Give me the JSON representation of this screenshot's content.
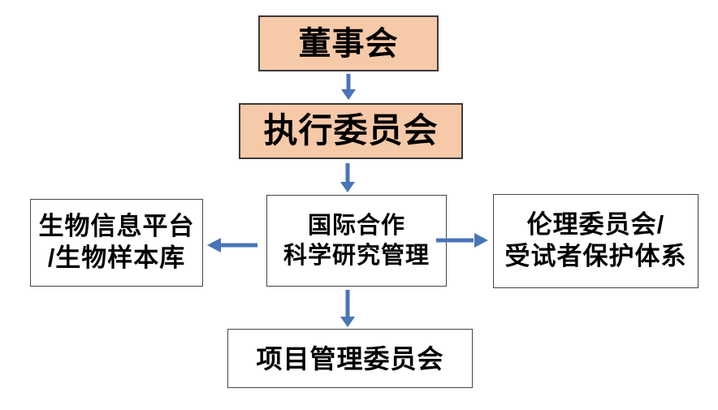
{
  "diagram": {
    "title": "organization-structure-flowchart",
    "nodes": {
      "board": {
        "label": "董事会",
        "style": "highlight"
      },
      "exec": {
        "label": "执行委员会",
        "style": "highlight"
      },
      "center": {
        "label": "国际合作\n科学研究管理",
        "style": "plain"
      },
      "left": {
        "label": "生物信息平台\n/生物样本库",
        "style": "plain"
      },
      "right": {
        "label": "伦理委员会/\n受试者保护体系",
        "style": "plain"
      },
      "bottom": {
        "label": "项目管理委员会",
        "style": "plain"
      }
    },
    "edges": [
      {
        "from": "board",
        "to": "exec",
        "direction": "down"
      },
      {
        "from": "exec",
        "to": "center",
        "direction": "down"
      },
      {
        "from": "center",
        "to": "left",
        "direction": "left"
      },
      {
        "from": "center",
        "to": "right",
        "direction": "right"
      },
      {
        "from": "center",
        "to": "bottom",
        "direction": "down"
      }
    ]
  },
  "colors": {
    "background": "#ffffff",
    "highlight_fill": "#f6c9a8",
    "highlight_border": "#3a3a3a",
    "plain_fill": "#ffffff",
    "plain_border": "#3e474e",
    "arrow": "#4a74b8",
    "text": "#000000"
  }
}
